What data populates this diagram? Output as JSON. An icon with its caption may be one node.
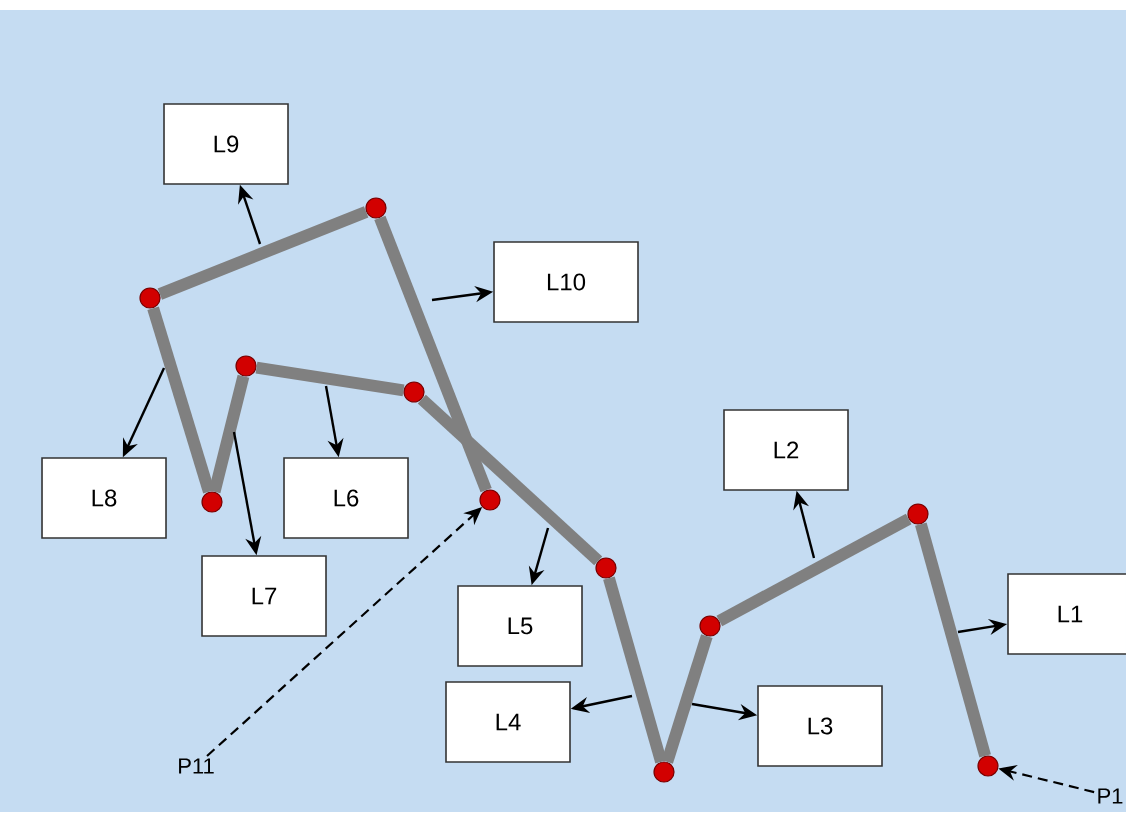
{
  "diagram": {
    "nodes": [
      {
        "text": [
          "L9"
        ]
      },
      {
        "text": [
          "L10"
        ]
      },
      {
        "text": [
          "L8"
        ]
      },
      {
        "text": [
          "L6"
        ]
      },
      {
        "text": [
          "L7"
        ]
      },
      {
        "text": [
          "L2"
        ]
      },
      {
        "text": [
          "L5"
        ]
      },
      {
        "text": [
          "L1"
        ]
      },
      {
        "text": [
          "L4"
        ]
      },
      {
        "text": [
          "L3"
        ]
      },
      {
        "text": [
          "P1"
        ]
      },
      {
        "text": [
          "P11"
        ]
      },
      {
        "text": [],
        "shape": "circle"
      },
      {
        "text": [],
        "shape": "circle"
      },
      {
        "text": [],
        "shape": "circle"
      },
      {
        "text": [],
        "shape": "circle"
      },
      {
        "text": [],
        "shape": "circle"
      },
      {
        "text": [],
        "shape": "circle"
      },
      {
        "text": [],
        "shape": "circle"
      },
      {
        "text": [],
        "shape": "circle"
      },
      {
        "text": [],
        "shape": "circle"
      },
      {
        "text": [],
        "shape": "circle"
      },
      {
        "text": [],
        "shape": "circle"
      }
    ],
    "edges": [
      {
        "from": 12,
        "to": 13,
        "arrow": "none",
        "style": "thick",
        "color": "#808080"
      },
      {
        "from": 13,
        "to": 14,
        "arrow": "none",
        "style": "thick",
        "color": "#808080"
      },
      {
        "from": 14,
        "to": 15,
        "arrow": "none",
        "style": "thick",
        "color": "#808080"
      },
      {
        "from": 15,
        "to": 16,
        "arrow": "none",
        "style": "thick",
        "color": "#808080"
      },
      {
        "from": 16,
        "to": 17,
        "arrow": "none",
        "style": "thick",
        "color": "#808080"
      },
      {
        "from": 17,
        "to": 18,
        "arrow": "none",
        "style": "thick",
        "color": "#808080"
      },
      {
        "from": 18,
        "to": 19,
        "arrow": "none",
        "style": "thick",
        "color": "#808080"
      },
      {
        "from": 19,
        "to": 20,
        "arrow": "none",
        "style": "thick",
        "color": "#808080"
      },
      {
        "from": 20,
        "to": 21,
        "arrow": "none",
        "style": "thick",
        "color": "#808080"
      },
      {
        "from": 21,
        "to": 22,
        "arrow": "none",
        "style": "thick",
        "color": "#808080"
      },
      {
        "from": null,
        "to": 7,
        "arrow": "to"
      },
      {
        "from": null,
        "to": 5,
        "arrow": "to"
      },
      {
        "from": null,
        "to": 9,
        "arrow": "to"
      },
      {
        "from": null,
        "to": 8,
        "arrow": "to"
      },
      {
        "from": null,
        "to": 6,
        "arrow": "to"
      },
      {
        "from": null,
        "to": 3,
        "arrow": "to"
      },
      {
        "from": null,
        "to": 4,
        "arrow": "to"
      },
      {
        "from": null,
        "to": 2,
        "arrow": "to"
      },
      {
        "from": null,
        "to": 0,
        "arrow": "to"
      },
      {
        "from": null,
        "to": 1,
        "arrow": "to"
      },
      {
        "from": 10,
        "to": 12,
        "arrow": "to",
        "style": "dashed"
      },
      {
        "from": 11,
        "to": 22,
        "arrow": "to",
        "style": "dashed"
      }
    ]
  }
}
